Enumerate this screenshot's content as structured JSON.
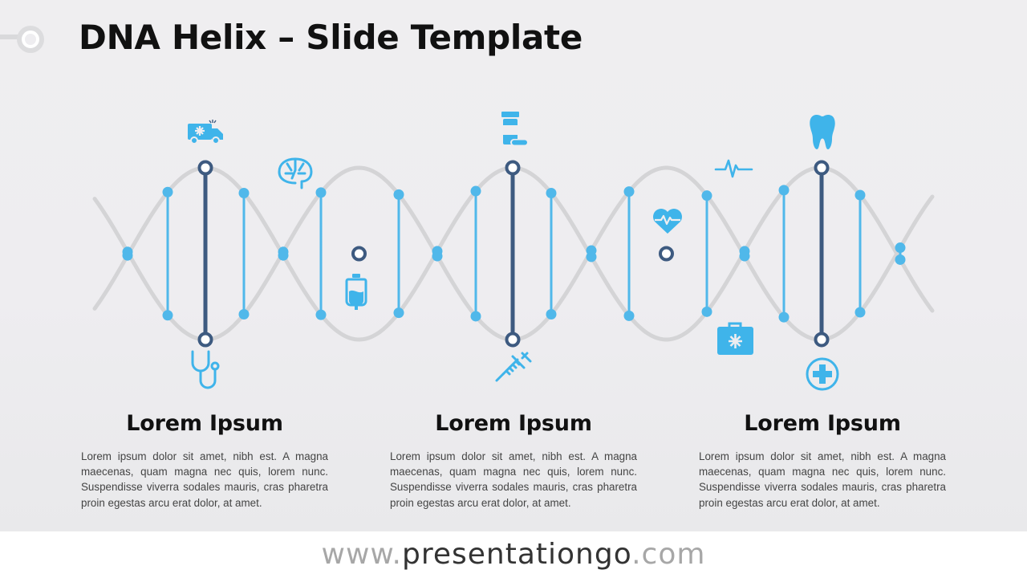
{
  "slide": {
    "title": "DNA Helix – Slide Template"
  },
  "colors": {
    "strand": "#d4d4d6",
    "rung": "#50b8ea",
    "accent": "#3d5a80",
    "icon": "#3fb4ea"
  },
  "icons_top": [
    "ambulance-icon",
    "medicine-bottle-icon",
    "tooth-icon"
  ],
  "icons_bottom": [
    "stethoscope-icon",
    "syringe-icon",
    "medical-plus-icon"
  ],
  "icons_middle": [
    "brain-icon",
    "iv-bag-icon",
    "heart-pulse-icon",
    "heartbeat-line-icon",
    "first-aid-kit-icon"
  ],
  "sections": [
    {
      "heading": "Lorem Ipsum",
      "text": "Lorem ipsum dolor sit amet, nibh est. A magna maecenas, quam magna nec quis, lorem nunc. Suspendisse viverra sodales mauris, cras pharetra proin egestas arcu erat dolor, at amet."
    },
    {
      "heading": "Lorem Ipsum",
      "text": "Lorem ipsum dolor sit amet, nibh est. A magna maecenas, quam magna nec quis, lorem nunc. Suspendisse viverra sodales mauris, cras pharetra proin egestas arcu erat dolor, at amet."
    },
    {
      "heading": "Lorem Ipsum",
      "text": "Lorem ipsum dolor sit amet, nibh est. A magna maecenas, quam magna nec quis, lorem nunc. Suspendisse viverra sodales mauris, cras pharetra proin egestas arcu erat dolor, at amet."
    }
  ],
  "footer": {
    "prefix": "www.",
    "domain": "presentationgo",
    "suffix": ".com"
  }
}
